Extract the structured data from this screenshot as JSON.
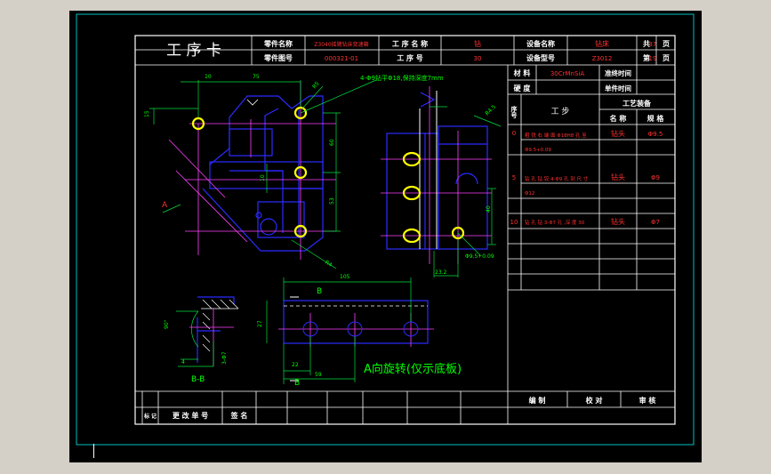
{
  "card": {
    "title": "工 序 卡",
    "header": {
      "part_name_label": "零件名称",
      "part_name_value": "Z3040摇臂钻床变速箱",
      "part_no_label": "零件图号",
      "part_no_value": "000321-01",
      "proc_name_label": "工 序 名 称",
      "proc_name_value": "钻",
      "proc_no_label": "工 序 号",
      "proc_no_value": "30",
      "equip_name_label": "设备名称",
      "equip_name_value": "钻床",
      "equip_model_label": "设备型号",
      "equip_model_value": "Z3012",
      "total_label": "共",
      "total_value": "37",
      "total_unit": "页",
      "page_label": "第",
      "page_value": "19",
      "page_unit": "页"
    },
    "material_label": "材 料",
    "material_value": "30CrMnSiA",
    "hardness_label": "硬 度",
    "prep_time_label": "准终时间",
    "unit_time_label": "单件时间",
    "seq_label": "序号",
    "step_label": "工 步",
    "tool_header": "工艺装备",
    "tool_name_label": "名 称",
    "tool_spec_label": "规 格",
    "steps": [
      {
        "no": "0",
        "desc1": "粗 铣 右 端 面 Φ18H8 孔 至",
        "desc2": "Φ9.5+0.09",
        "tool": "钻头",
        "spec": "Φ9.5"
      },
      {
        "no": "5",
        "desc1": "钻 孔 钻 铰 4-Φ9 孔 到 尺 寸",
        "desc2": "Φ12",
        "tool": "钻头",
        "spec": "Φ9"
      },
      {
        "no": "10",
        "desc1": "钻 孔 钻 3-Φ7 孔 ,深 度 30",
        "desc2": "",
        "tool": "钻头",
        "spec": "Φ7"
      }
    ],
    "footer": {
      "marks_label": "标 记",
      "change_doc_label": "更 改 单 号",
      "sign_label": "签 名",
      "draw_label": "编 制",
      "check_label": "校 对",
      "approve_label": "审 核"
    }
  },
  "drawing": {
    "note_holes": "4-Φ9钻平Φ18,保持深度7mm",
    "dim_10": "10",
    "dim_75": "75",
    "dim_15": "15",
    "dim_r5": "R5",
    "dim_60": "60",
    "dim_53": "53",
    "dim_v10": "10",
    "label_a": "A",
    "dim_ra": "R4",
    "dim_r5b": "R4.5",
    "dim_40": "40",
    "dim_232": "23.2",
    "dim_95": "Φ9.5+0.09",
    "dim_105": "105",
    "section_b": "B",
    "dim_27": "27",
    "dim_22": "22",
    "dim_59": "59",
    "section_b2": "B",
    "dim_90": "90°",
    "dim_4": "4",
    "dim_37": "3-Φ7",
    "bb_label": "B-B",
    "rotate_note": "A向旋转(仅示底板)"
  },
  "colors": {
    "background": "#000000",
    "frame": "#ffffff",
    "table_text": "#ff3030",
    "outline": "#2b2bff",
    "center": "#ff40ff",
    "dim": "#00e040",
    "dim_text": "#00ff00",
    "hole": "#ffff00"
  }
}
